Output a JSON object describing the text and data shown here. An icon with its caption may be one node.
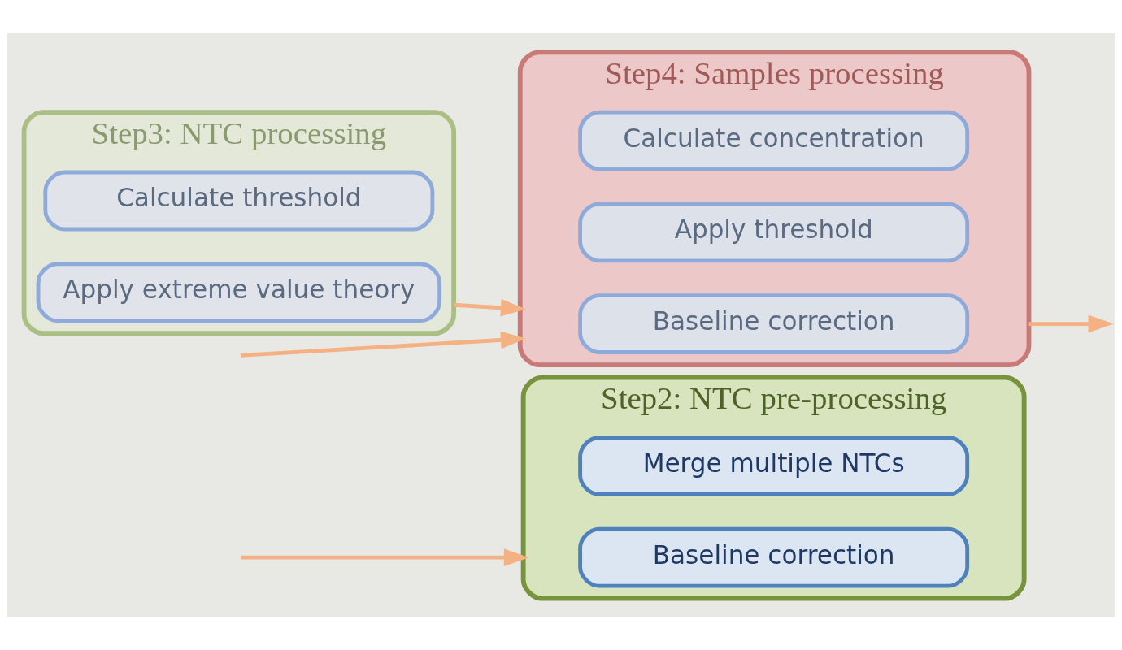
{
  "diagram": {
    "nodes": [
      {
        "text": [
          "Step2: NTC pre-processing"
        ]
      },
      {
        "text": [
          "Baseline correction"
        ],
        "in": 0
      },
      {
        "text": [
          "Merge multiple NTCs"
        ],
        "in": 0
      },
      {
        "text": [
          "Step3: NTC processing"
        ]
      },
      {
        "text": [
          "Apply extreme value theory"
        ],
        "in": 3
      },
      {
        "text": [
          "Calculate threshold"
        ],
        "in": 3
      },
      {
        "text": [
          "Step4: Samples processing"
        ]
      },
      {
        "text": [
          "Baseline correction"
        ],
        "in": 6
      },
      {
        "text": [
          "Apply threshold"
        ],
        "in": 6
      },
      {
        "text": [
          "Calculate concentration"
        ],
        "in": 6
      }
    ],
    "edges": [
      {
        "from": null,
        "to": 0,
        "arrow": "to"
      },
      {
        "from": null,
        "to": 6,
        "arrow": "to"
      },
      {
        "from": 3,
        "to": 6,
        "arrow": "to"
      },
      {
        "from": 6,
        "to": null,
        "arrow": "to"
      }
    ]
  }
}
